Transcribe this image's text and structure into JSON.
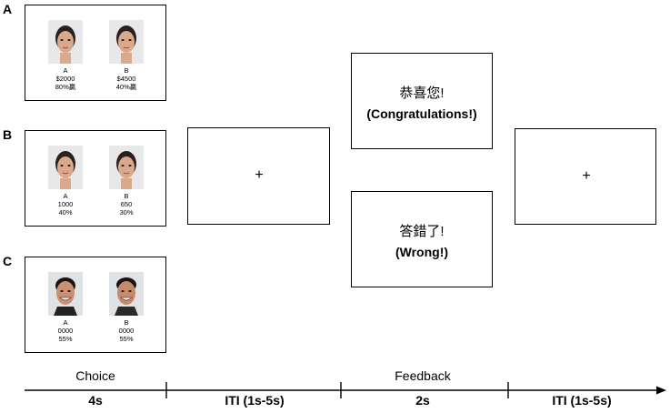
{
  "panels": [
    {
      "letter": "A",
      "face_type": "female-average",
      "options": [
        {
          "label": "A",
          "value": "$2000",
          "prob": "80%贏"
        },
        {
          "label": "B",
          "value": "$4500",
          "prob": "40%贏"
        }
      ]
    },
    {
      "letter": "B",
      "face_type": "female-average",
      "options": [
        {
          "label": "A",
          "value": "1000",
          "prob": "40%"
        },
        {
          "label": "B",
          "value": "650",
          "prob": "30%"
        }
      ]
    },
    {
      "letter": "C",
      "face_type": "male-smiling",
      "options": [
        {
          "label": "A",
          "value": "0000",
          "prob": "55%"
        },
        {
          "label": "B",
          "value": "0000",
          "prob": "55%"
        }
      ]
    }
  ],
  "iti_screen_1": {
    "symbol": "+"
  },
  "feedback_correct": {
    "chinese": "恭喜您!",
    "english": "(Congratulations!)"
  },
  "feedback_wrong": {
    "chinese": "答錯了!",
    "english": "(Wrong!)"
  },
  "iti_screen_2": {
    "symbol": "+"
  },
  "timeline": {
    "phase_labels": [
      "Choice",
      "Feedback"
    ],
    "durations": [
      "4s",
      "ITI (1s-5s)",
      "2s",
      "ITI (1s-5s)"
    ]
  },
  "colors": {
    "line": "#000000",
    "background": "#ffffff"
  }
}
